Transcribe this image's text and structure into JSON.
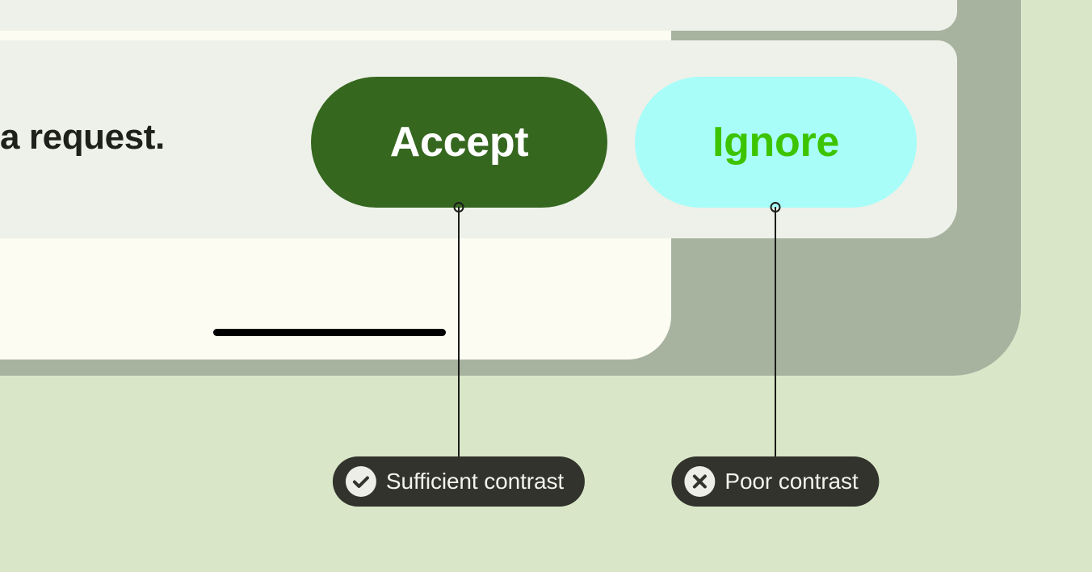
{
  "device": {
    "frame_color": "#a7b29f",
    "screen_bg": "#fcfcf2",
    "card_bg": "#eef1e9",
    "home_indicator_color": "#000000"
  },
  "page": {
    "background_color": "#d9e7c8"
  },
  "message": {
    "text": "a request."
  },
  "actions": {
    "accept": {
      "label": "Accept",
      "background_color": "#35671f",
      "text_color": "#ffffff"
    },
    "ignore": {
      "label": "Ignore",
      "background_color": "#a8fdf9",
      "text_color": "#3dc400"
    }
  },
  "annotations": [
    {
      "id": "accept",
      "label": "Sufficient contrast",
      "icon": "check-circle-icon",
      "chip_background": "#32332c",
      "chip_text_color": "#f2f3ee",
      "icon_circle_color": "#eceee7",
      "icon_glyph_color": "#32332c"
    },
    {
      "id": "ignore",
      "label": "Poor contrast",
      "icon": "x-circle-icon",
      "chip_background": "#32332c",
      "chip_text_color": "#f2f3ee",
      "icon_circle_color": "#eceee7",
      "icon_glyph_color": "#32332c"
    }
  ]
}
